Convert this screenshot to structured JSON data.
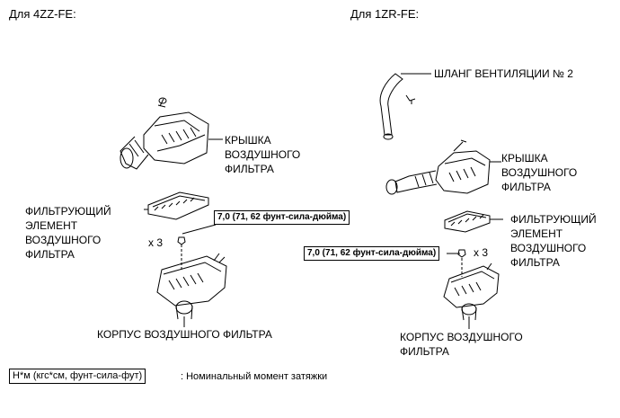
{
  "left": {
    "header": "Для 4ZZ-FE:",
    "cover_label": [
      "КРЫШКА",
      "ВОЗДУШНОГО",
      "ФИЛЬТРА"
    ],
    "element_label": [
      "ФИЛЬТРУЮЩИЙ",
      "ЭЛЕМЕНТ",
      "ВОЗДУШНОГО",
      "ФИЛЬТРА"
    ],
    "torque": "7,0 (71, 62 фунт-сила-дюйма)",
    "count": "x 3",
    "case_label": "КОРПУС ВОЗДУШНОГО ФИЛЬТРА"
  },
  "right": {
    "header": "Для 1ZR-FE:",
    "hose_label": "ШЛАНГ ВЕНТИЛЯЦИИ № 2",
    "cover_label": [
      "КРЫШКА",
      "ВОЗДУШНОГО",
      "ФИЛЬТРА"
    ],
    "element_label": [
      "ФИЛЬТРУЮЩИЙ",
      "ЭЛЕМЕНТ",
      "ВОЗДУШНОГО",
      "ФИЛЬТРА"
    ],
    "torque": "7,0 (71, 62 фунт-сила-дюйма)",
    "count": "x 3",
    "case_label": [
      "КОРПУС ВОЗДУШНОГО",
      "ФИЛЬТРА"
    ]
  },
  "legend": {
    "box": "Н*м (кгс*см, фунт-сила-фут)",
    "text": ": Номинальный момент затяжки"
  }
}
